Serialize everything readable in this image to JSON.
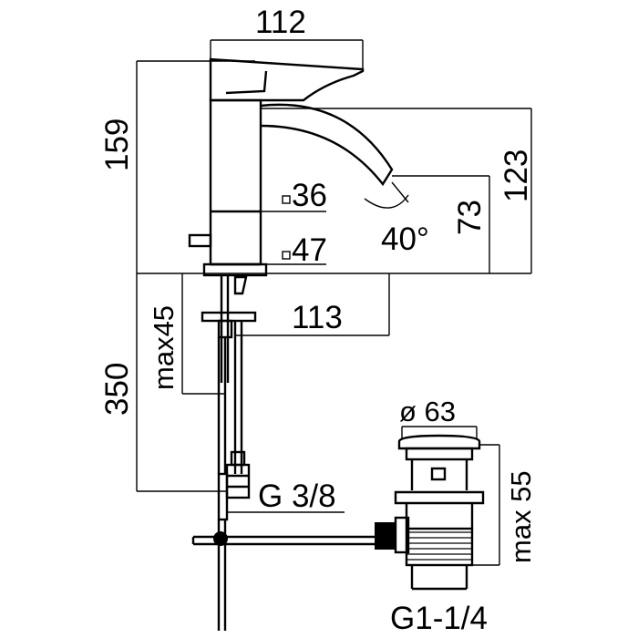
{
  "labels": {
    "width_top": "112",
    "height_total": "159",
    "spout_height": "123",
    "spout_clear": "73",
    "angle": "40°",
    "square_36": "36",
    "square_47": "47",
    "reach": "113",
    "max_deck": "max45",
    "hose_length": "350",
    "thread_supply": "G 3/8",
    "waste_diameter": "ø 63",
    "waste_height": "max 55",
    "waste_thread": "G1-1/4"
  }
}
